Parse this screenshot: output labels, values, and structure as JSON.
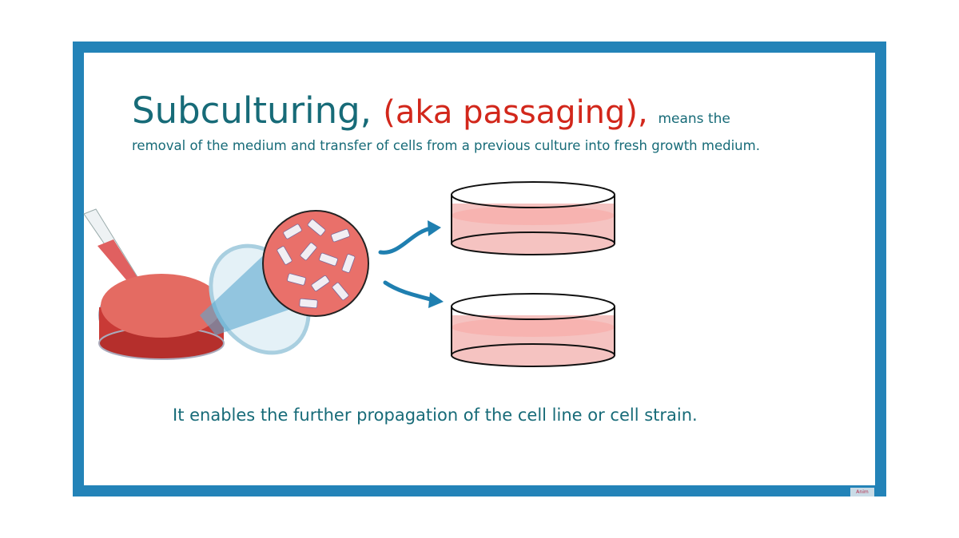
{
  "slide": {
    "title_main": "Subculturing, ",
    "title_aka": "(aka passaging), ",
    "title_means": "means the",
    "description": "removal of the medium and transfer of cells from a previous culture into fresh growth medium.",
    "bottom_text": "It enables the further propagation of the cell line or cell strain."
  },
  "logo": {
    "text": "Animated"
  },
  "colors": {
    "frame": "#2383b8",
    "teal_text": "#176b78",
    "red_text": "#d2271b",
    "medium": "#f2a3a0"
  }
}
